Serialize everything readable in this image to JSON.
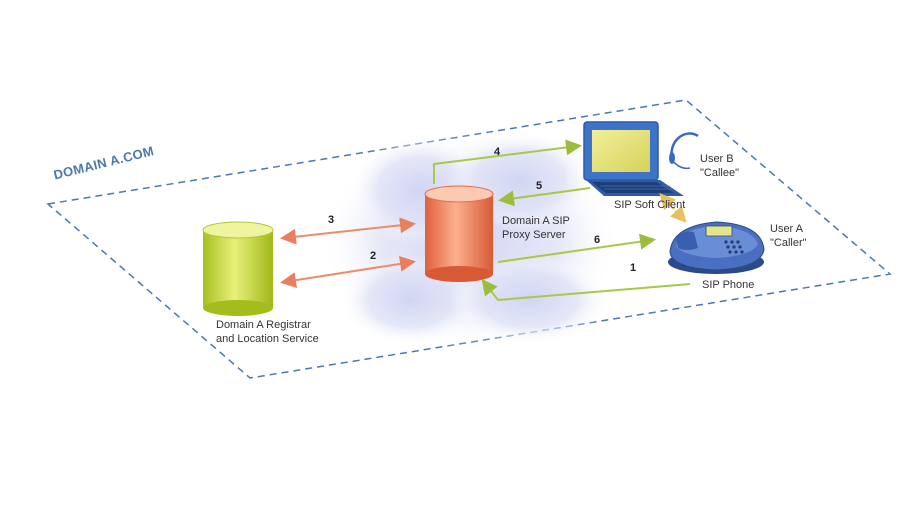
{
  "domain_label": "DOMAIN A.COM",
  "nodes": {
    "registrar": {
      "line1": "Domain A Registrar",
      "line2": "and Location Service"
    },
    "proxy": {
      "line1": "Domain A SIP",
      "line2": "Proxy Server"
    },
    "soft_client": {
      "label": "SIP Soft Client"
    },
    "phone": {
      "label": "SIP Phone"
    },
    "user_b": {
      "line1": "User B",
      "line2": "\"Callee\""
    },
    "user_a": {
      "line1": "User A",
      "line2": "\"Caller\""
    }
  },
  "steps": [
    "1",
    "2",
    "3",
    "4",
    "5",
    "6"
  ],
  "colors": {
    "dashed_border": "#4a78b0",
    "registrar_fill": "#c8dc3c",
    "proxy_fill": "#f08a5a",
    "green_arrow": "#a8c848",
    "orange_arrow": "#ec8c6c",
    "cloud": "#dde0f4"
  }
}
